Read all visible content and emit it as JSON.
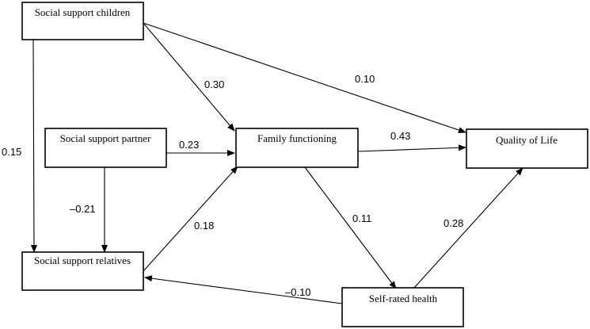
{
  "nodes": {
    "children": "Social support children",
    "partner": "Social support partner",
    "relatives": "Social support relatives",
    "family": "Family functioning",
    "qol": "Quality of Life",
    "health": "Self-rated health"
  },
  "edges": {
    "children_to_family": "0.30",
    "children_to_qol": "0.10",
    "children_to_relatives": "0.15",
    "partner_to_family": "0.23",
    "partner_to_relatives": "–0.21",
    "relatives_to_family": "0.18",
    "family_to_qol": "0.43",
    "family_to_health": "0.11",
    "health_to_qol": "0.28",
    "health_to_relatives": "–0.10"
  }
}
